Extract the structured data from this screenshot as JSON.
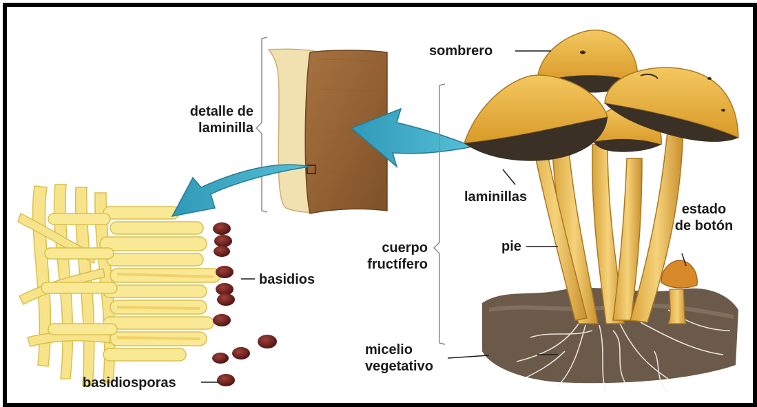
{
  "colors": {
    "frame": "#000000",
    "background": "#ffffff",
    "mushroom_yellow": "#e9b43c",
    "gill_dark": "#3a3025",
    "soil": "#6b5a4a",
    "arrow_blue": "#3aa6c4",
    "spore": "#6a1e1a",
    "hyphae": "#f6e27a",
    "lamina_brown": "#9a6a3a"
  },
  "labels": {
    "sombrero": "sombrero",
    "detalle_de_laminilla": "detalle de\nlaminilla",
    "laminillas": "laminillas",
    "cuerpo_fructifero": "cuerpo\nfructífero",
    "pie": "pie",
    "estado_de_boton": "estado\nde botón",
    "basidios": "basidios",
    "micelio_vegetativo": "micelio\nvegetativo",
    "basidiosporas": "basidiosporas"
  },
  "icons": [
    "mushroom-illustration",
    "lamina-detail-illustration",
    "basidia-illustration",
    "blue-arrow-icon",
    "spore-icon"
  ]
}
